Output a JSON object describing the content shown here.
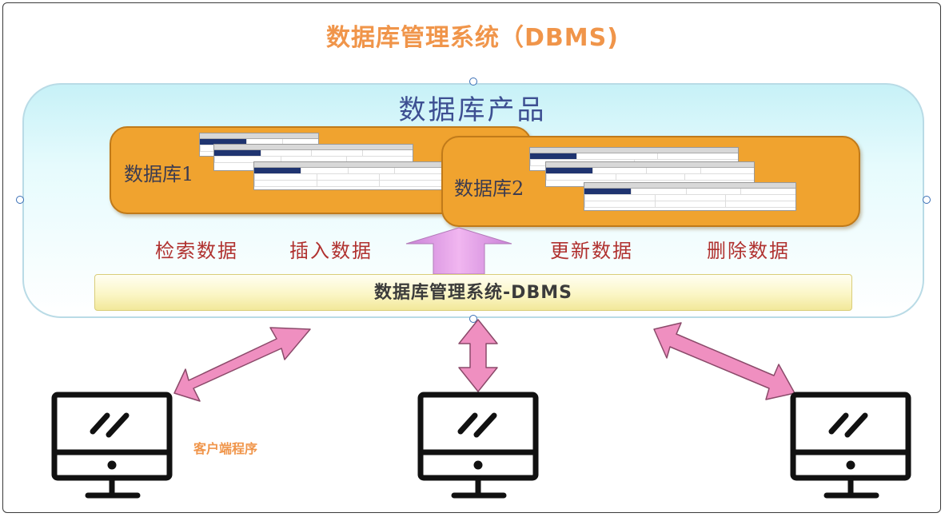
{
  "title": "数据库管理系统（DBMS)",
  "product": {
    "title": "数据库产品",
    "databases": [
      {
        "label": "数据库1"
      },
      {
        "label": "数据库2"
      }
    ],
    "operations": {
      "retrieve": "检索数据",
      "insert": "插入数据",
      "update": "更新数据",
      "delete": "删除数据"
    },
    "dbms_bar": "数据库管理系统-DBMS"
  },
  "client_label": "客户端程序",
  "colors": {
    "title": "#f0954a",
    "db_box": "#f0a32f",
    "operation_text": "#b0312f",
    "arrow_pink": "#ef8fc0",
    "up_arrow": "#e8a6e8",
    "monitor": "#111111"
  }
}
